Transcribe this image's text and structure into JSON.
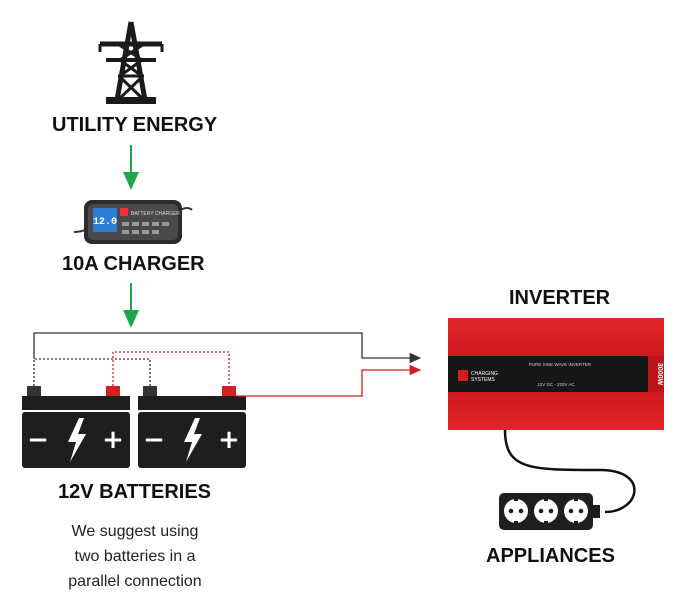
{
  "labels": {
    "utility_energy": "UTILITY ENERGY",
    "charger": "10A CHARGER",
    "batteries": "12V BATTERIES",
    "inverter": "INVERTER",
    "appliances": "APPLIANCES"
  },
  "note_lines": [
    "We suggest using",
    "two batteries in a",
    "parallel connection"
  ],
  "charger_device": {
    "display": "12.0",
    "brand": "BATTERY CHARGER"
  },
  "inverter_device": {
    "top_text": "PURE SINE WAVE INVERTER",
    "brand_line1": "CHARGING",
    "brand_line2": "SYSTEMS",
    "spec_text": "12V DC - 220V AC",
    "side_badge": "3000W"
  },
  "battery": {
    "minus_symbol": "−",
    "plus_symbol": "+"
  },
  "colors": {
    "flow_arrow": "#1fa64a",
    "positive_wire": "#d41f1f",
    "negative_wire": "#333333",
    "inverter_body": "#d71920",
    "battery_body": "#1e1e1e"
  }
}
